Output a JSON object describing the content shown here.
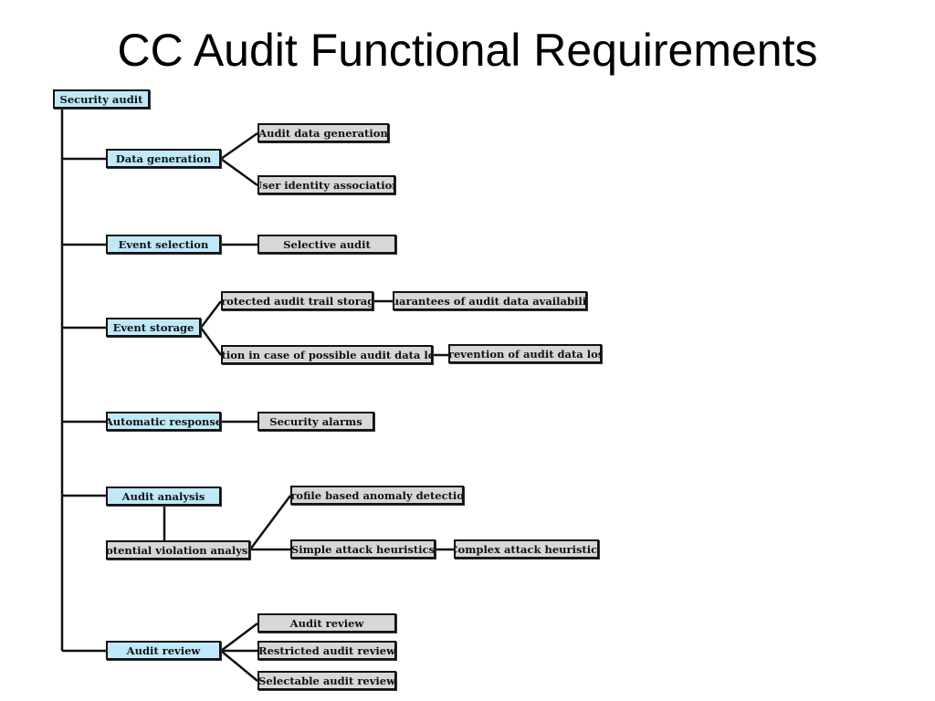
{
  "title": "CC Audit Functional Requirements",
  "colors": {
    "category_fill": "#bfe9f8",
    "leaf_fill": "#d9d7d5",
    "line": "#111111"
  },
  "diagram": {
    "root": "Security audit",
    "categories": {
      "data_generation": "Data generation",
      "event_selection": "Event selection",
      "event_storage": "Event storage",
      "automatic_response": "Automatic response",
      "audit_analysis": "Audit analysis",
      "potential_violation_analysis": "Potential violation analysis",
      "audit_review": "Audit review"
    },
    "components": {
      "audit_data_generation": "Audit data generation",
      "user_identity_association": "User identity association",
      "selective_audit": "Selective audit",
      "protected_audit_trail_storage": "Protected audit trail storage",
      "guarantees_of_audit_data_availability": "Guarantees of audit data availability",
      "action_in_case_of_possible_audit_data_loss": "Action in case of possible audit data loss",
      "prevention_of_audit_data_loss": "Prevention of audit data loss",
      "security_alarms": "Security alarms",
      "profile_based_anomaly_detection": "Profile based anomaly detection",
      "simple_attack_heuristics": "Simple attack heuristics",
      "complex_attack_heuristics": "Complex attack heuristics",
      "audit_review_leaf": "Audit review",
      "restricted_audit_review": "Restricted audit review",
      "selectable_audit_review": "Selectable audit review"
    }
  }
}
